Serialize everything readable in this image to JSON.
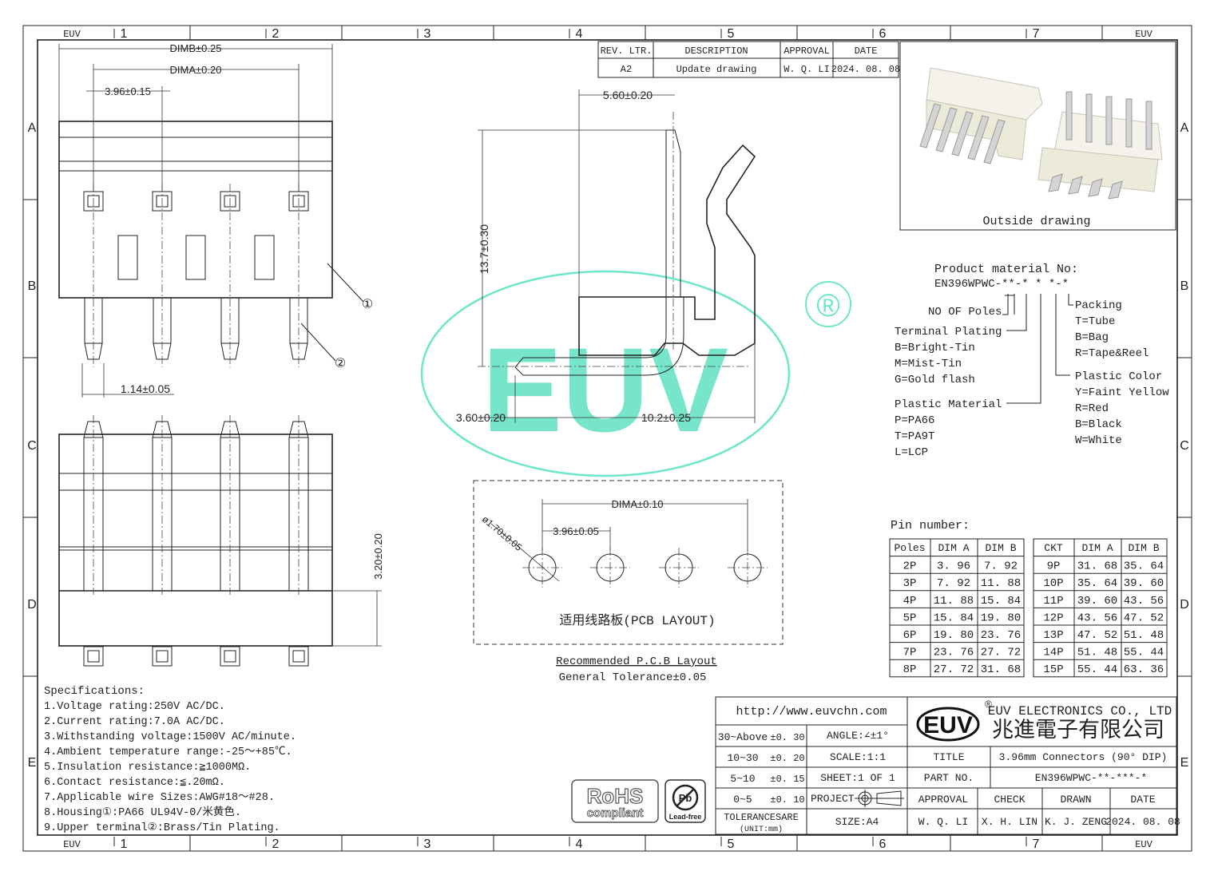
{
  "frame": {
    "corner_label": "EUV",
    "col_marks": [
      "1",
      "2",
      "3",
      "4",
      "5",
      "6",
      "7"
    ],
    "row_marks": [
      "A",
      "B",
      "C",
      "D",
      "E"
    ]
  },
  "revision": {
    "headers": [
      "REV. LTR.",
      "DESCRIPTION",
      "APPROVAL",
      "DATE"
    ],
    "row": [
      "A2",
      "Update drawing",
      "W. Q. LI",
      "2024. 08. 08"
    ]
  },
  "dims": {
    "dimb": "DIMB±0.25",
    "dima": "DIMA±0.20",
    "pitch": "3.96±0.15",
    "pin_w": "1.14±0.05",
    "side_w": "5.60±0.20",
    "side_h": "13.7±0.30",
    "tail": "3.60±0.20",
    "depth": "10.2±0.25",
    "base_h": "3.20±0.20"
  },
  "callouts": {
    "housing": "①",
    "terminal": "②"
  },
  "outside": {
    "caption": "Outside drawing"
  },
  "watermark": {
    "text": "EUV",
    "reg": "®",
    "color": "#5fe0c0"
  },
  "pcb": {
    "dima": "DIMA±0.10",
    "pitch": "3.96±0.05",
    "hole": "ø1.70±0.05",
    "label": "适用线路板(PCB LAYOUT)",
    "recommended": "Recommended P.C.B Layout",
    "tolerance": "General Tolerance±0.05"
  },
  "part_code": {
    "title": "Product material No:",
    "code": "EN396WPWC-**-* * *-*",
    "poles": "NO OF Poles",
    "plating_title": "Terminal Plating",
    "plating": [
      "B=Bright-Tin",
      "M=Mist-Tin",
      "G=Gold flash"
    ],
    "material_title": "Plastic Material",
    "material": [
      "P=PA66",
      "T=PA9T",
      "L=LCP"
    ],
    "packing_title": "Packing",
    "packing": [
      "T=Tube",
      "B=Bag",
      "R=Tape&Reel"
    ],
    "color_title": "Plastic Color",
    "colors": [
      "Y=Faint Yellow",
      "R=Red",
      "B=Black",
      "W=White"
    ]
  },
  "pin_table": {
    "caption": "Pin number:",
    "headers": [
      "Poles",
      "DIM A",
      "DIM B",
      "CKT",
      "DIM A",
      "DIM B"
    ],
    "rows": [
      [
        "2P",
        "3. 96",
        "7. 92",
        "9P",
        "31. 68",
        "35. 64"
      ],
      [
        "3P",
        "7. 92",
        "11. 88",
        "10P",
        "35. 64",
        "39. 60"
      ],
      [
        "4P",
        "11. 88",
        "15. 84",
        "11P",
        "39. 60",
        "43. 56"
      ],
      [
        "5P",
        "15. 84",
        "19. 80",
        "12P",
        "43. 56",
        "47. 52"
      ],
      [
        "6P",
        "19. 80",
        "23. 76",
        "13P",
        "47. 52",
        "51. 48"
      ],
      [
        "7P",
        "23. 76",
        "27. 72",
        "14P",
        "51. 48",
        "55. 44"
      ],
      [
        "8P",
        "27. 72",
        "31. 68",
        "15P",
        "55. 44",
        "63. 36"
      ]
    ]
  },
  "specs": {
    "title": "Specifications:",
    "items": [
      "1.Voltage rating:250V AC/DC.",
      "2.Current rating:7.0A AC/DC.",
      "3.Withstanding voltage:1500V AC/minute.",
      "4.Ambient temperature range:-25～+85℃.",
      "5.Insulation resistance:≧1000MΩ.",
      "6.Contact resistance:≦.20mΩ.",
      "7.Applicable wire Sizes:AWG#18～#28.",
      "8.Housing①:PA66 UL94V-0/米黄色.",
      "9.Upper terminal②:Brass/Tin Plating."
    ]
  },
  "badges": {
    "rohs_top": "RoHS",
    "rohs_bottom": "compliant",
    "pb": "Pb",
    "leadfree": "Lead-free"
  },
  "title_block": {
    "url": "http://www.euvchn.com",
    "logo": "EUV",
    "company_en": "EUV ELECTRONICS CO., LTD",
    "company_cn": "兆進電子有限公司",
    "reg": "®",
    "tol_rows": [
      [
        "30~Above",
        "±0. 30"
      ],
      [
        "10~30",
        "±0. 20"
      ],
      [
        "5~10",
        "±0. 15"
      ],
      [
        "0~5",
        "±0. 10"
      ]
    ],
    "angle": "ANGLE:∠±1°",
    "scale": "SCALE:1:1",
    "sheet": "SHEET:1 OF 1",
    "project": "PROJECT",
    "tolerances": "TOLERANCESARE",
    "unit": "(UNIT:mm)",
    "size": "SIZE:A4",
    "title_label": "TITLE",
    "title_value": "3.96mm Connectors (90° DIP)",
    "partno_label": "PART NO.",
    "partno_value": "EN396WPWC-**-***-*",
    "sign_headers": [
      "APPROVAL",
      "CHECK",
      "DRAWN",
      "DATE"
    ],
    "sign_values": [
      "W. Q. LI",
      "X. H. LIN",
      "K. J. ZENG",
      "2024. 08. 08"
    ]
  }
}
